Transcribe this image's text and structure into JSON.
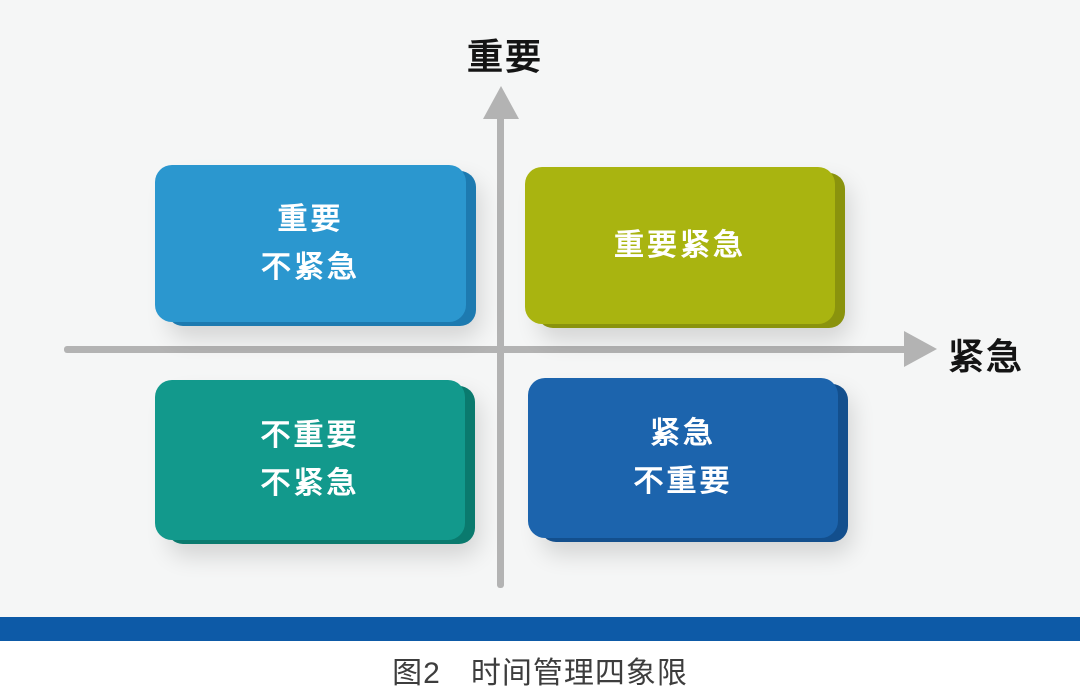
{
  "axes": {
    "y_label": "重要",
    "x_label": "紧急",
    "line_color": "#b3b3b3"
  },
  "quadrants": [
    {
      "id": "important-not-urgent",
      "position": "top-left",
      "line1": "重要",
      "line2": "不紧急",
      "color": "#2b97cf",
      "edge_color": "#1d7ab0"
    },
    {
      "id": "important-urgent",
      "position": "top-right",
      "line1": "重要紧急",
      "line2": "",
      "color": "#a9b410",
      "edge_color": "#8a930d"
    },
    {
      "id": "not-important-not-urgent",
      "position": "bottom-left",
      "line1": "不重要",
      "line2": "不紧急",
      "color": "#12998c",
      "edge_color": "#0a7a6e"
    },
    {
      "id": "urgent-not-important",
      "position": "bottom-right",
      "line1": "紧急",
      "line2": "不重要",
      "color": "#1c64ad",
      "edge_color": "#134f8d"
    }
  ],
  "footer": {
    "bar_color": "#0d5aa7",
    "caption_prefix": "图2",
    "caption_text": "时间管理四象限"
  },
  "colors": {
    "diagram_background": "#f5f6f6",
    "page_background": "#ffffff",
    "box_text": "#ffffff",
    "axis_text": "#141414"
  }
}
